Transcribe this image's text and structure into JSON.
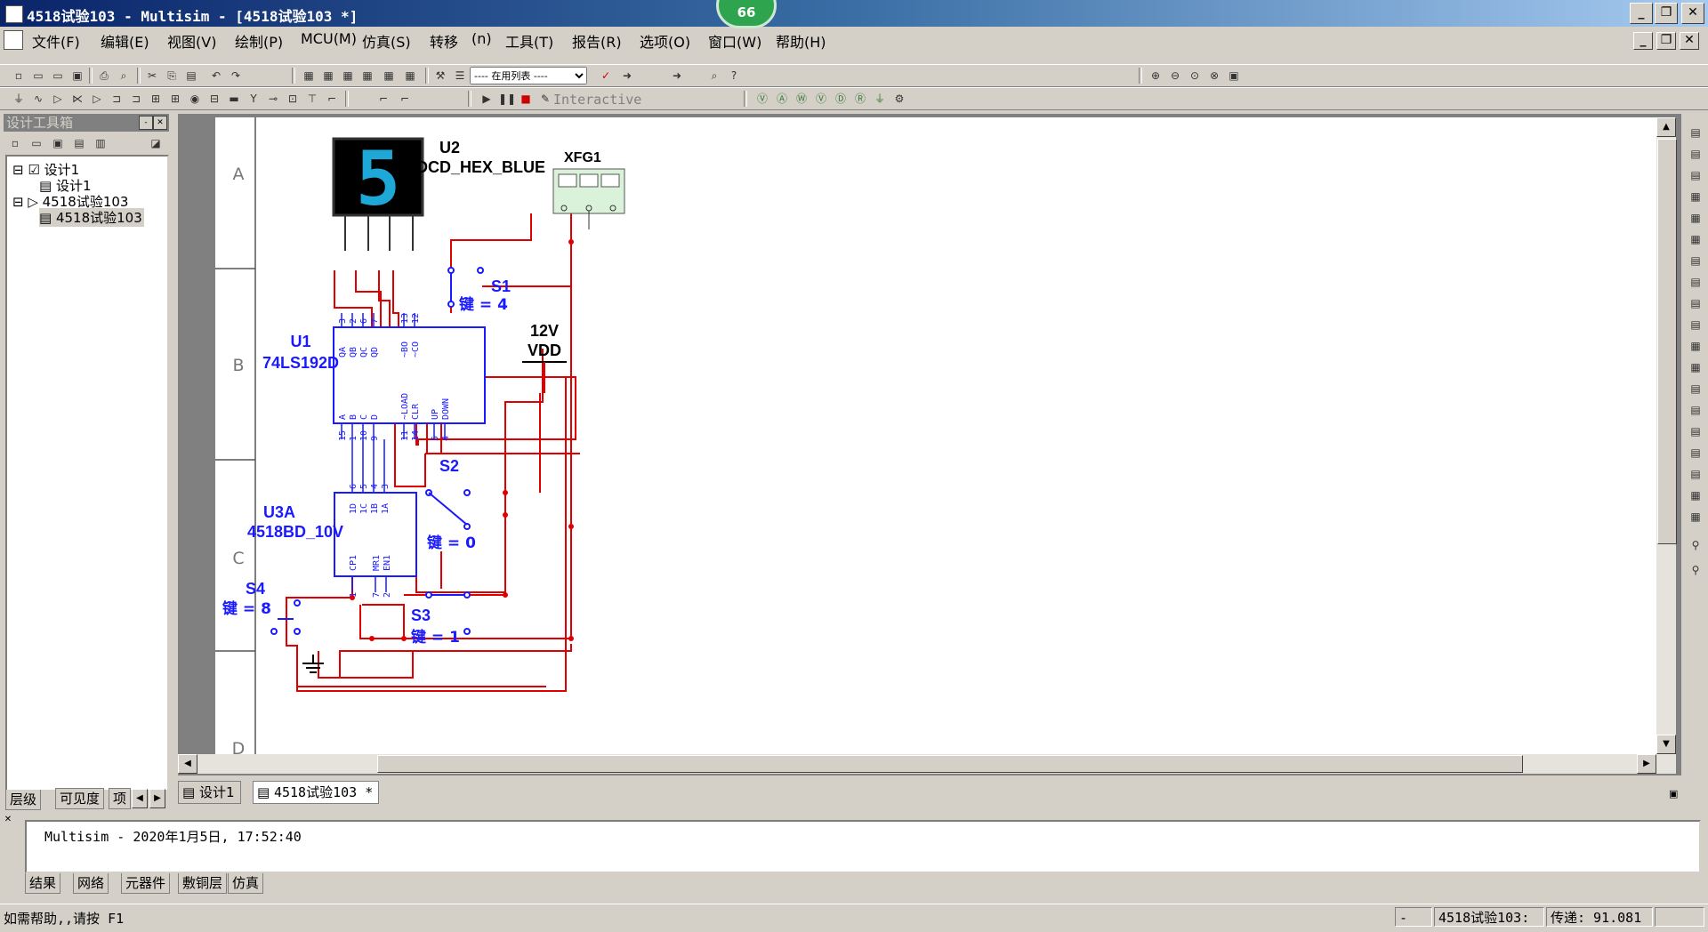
{
  "window": {
    "title": "4518试验103 - Multisim - [4518试验103 *]",
    "badge": "66"
  },
  "menu": [
    "文件(F)",
    "编辑(E)",
    "视图(V)",
    "绘制(P)",
    "MCU(M)",
    "仿真(S)",
    "转移",
    "(n)",
    "工具(T)",
    "报告(R)",
    "选项(O)",
    "窗口(W)",
    "帮助(H)"
  ],
  "toolbar": {
    "in_use_list": "---- 在用列表 ----",
    "sim_mode": "Interactive"
  },
  "design_toolbox": {
    "title": "设计工具箱",
    "tree": [
      "设计1",
      "设计1",
      "4518试验103",
      "4518试验103"
    ],
    "tabs": [
      "层级",
      "可见度",
      "项"
    ]
  },
  "schematic": {
    "rows": [
      "A",
      "B",
      "C",
      "D"
    ],
    "components": {
      "u2": {
        "ref": "U2",
        "value": "DCD_HEX_BLUE",
        "digit": "5"
      },
      "xfg1": {
        "ref": "XFG1"
      },
      "u1": {
        "ref": "U1",
        "value": "74LS192D",
        "top_pins": [
          "QA",
          "QB",
          "QC",
          "QD",
          "~BO",
          "~CO"
        ],
        "top_nums": [
          "3",
          "2",
          "6",
          "7",
          "13",
          "12"
        ],
        "bottom_pins": [
          "A",
          "B",
          "C",
          "D",
          "~LOAD",
          "CLR",
          "UP",
          "DOWN"
        ],
        "bottom_nums": [
          "15",
          "1",
          "10",
          "9",
          "11",
          "14",
          "5",
          "4"
        ]
      },
      "u3a": {
        "ref": "U3A",
        "value": "4518BD_10V",
        "top_pins": [
          "1D",
          "1C",
          "1B",
          "1A"
        ],
        "top_nums": [
          "6",
          "5",
          "4",
          "3"
        ],
        "bottom_pins": [
          "CP1",
          "MR1",
          "EN1"
        ],
        "bottom_nums": [
          "1",
          "7",
          "2"
        ]
      },
      "s1": {
        "ref": "S1",
        "key": "键 = 4"
      },
      "s2": {
        "ref": "S2",
        "key": "键 = 0"
      },
      "s3": {
        "ref": "S3",
        "key": "键 = 1"
      },
      "s4": {
        "ref": "S4",
        "key": "键 = 8"
      },
      "vdd": {
        "voltage": "12V",
        "name": "VDD"
      }
    }
  },
  "doc_tabs": [
    "设计1",
    "4518试验103 *"
  ],
  "output": {
    "message": "Multisim  -  2020年1月5日, 17:52:40",
    "tabs": [
      "结果",
      "网络",
      "元器件",
      "敷铜层",
      "仿真"
    ]
  },
  "status": {
    "help": "如需帮助,,请按 F1",
    "dash": "-",
    "design": "4518试验103:",
    "transfer": "传递: 91.081"
  },
  "colors": {
    "wire": "#e00000",
    "component": "#1a1aff",
    "title_bar": "#0a246a",
    "segment": "#1ea8d8"
  }
}
